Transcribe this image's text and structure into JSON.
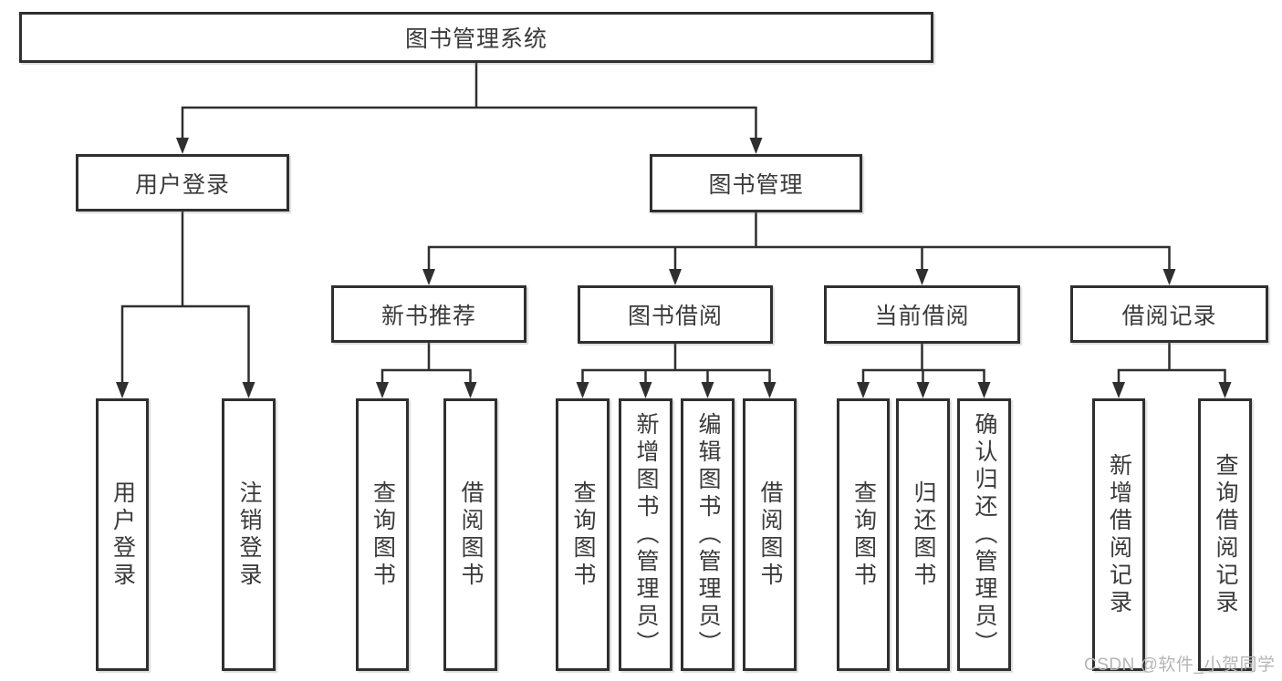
{
  "diagram_title": "图书管理系统",
  "tree": {
    "label": "图书管理系统",
    "children": [
      {
        "label": "用户登录",
        "children": [
          {
            "label": "用户登录"
          },
          {
            "label": "注销登录"
          }
        ]
      },
      {
        "label": "图书管理",
        "children": [
          {
            "label": "新书推荐",
            "children": [
              {
                "label": "查询图书"
              },
              {
                "label": "借阅图书"
              }
            ]
          },
          {
            "label": "图书借阅",
            "children": [
              {
                "label": "查询图书"
              },
              {
                "label": "新增图书（管理员）"
              },
              {
                "label": "编辑图书（管理员）"
              },
              {
                "label": "借阅图书"
              }
            ]
          },
          {
            "label": "当前借阅",
            "children": [
              {
                "label": "查询图书"
              },
              {
                "label": "归还图书"
              },
              {
                "label": "确认归还（管理员）"
              }
            ]
          },
          {
            "label": "借阅记录",
            "children": [
              {
                "label": "新增借阅记录"
              },
              {
                "label": "查询借阅记录"
              }
            ]
          }
        ]
      }
    ]
  },
  "watermark": {
    "text": "CSDN @软件_小贺同学"
  },
  "colors": {
    "line": "#2f2f2f",
    "box_border": "#2f2f2f",
    "text": "#3a3a3a",
    "watermark": "#b5b5b5",
    "background": "#ffffff"
  }
}
